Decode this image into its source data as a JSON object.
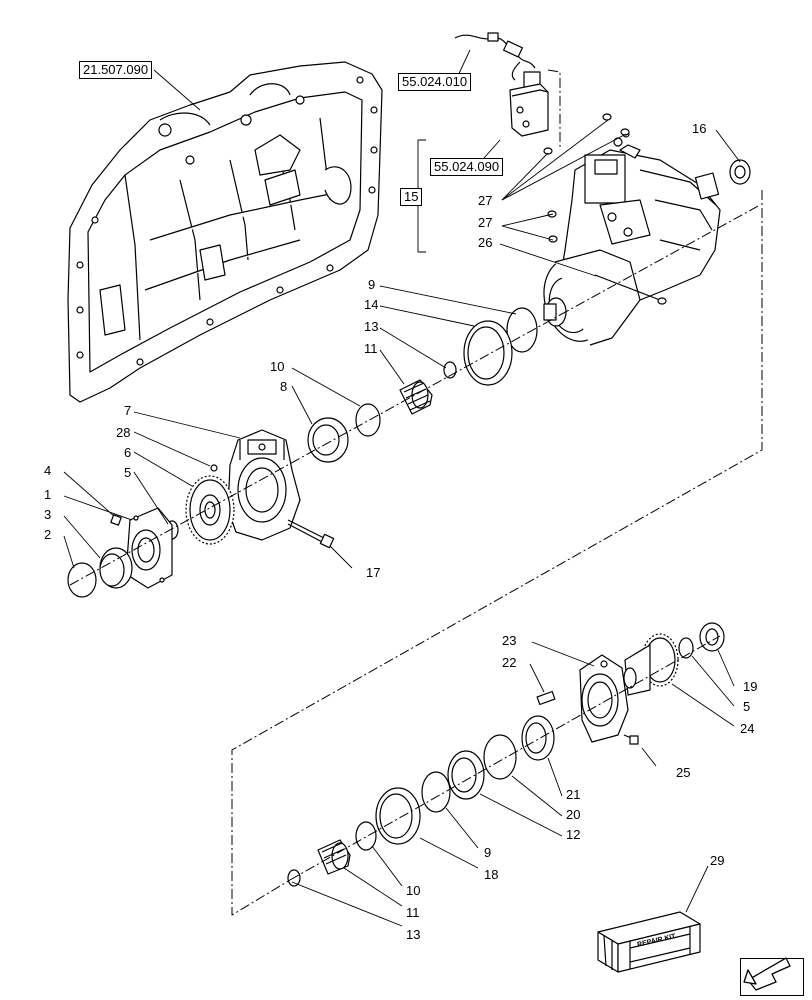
{
  "references": {
    "frame": "21.507.090",
    "sensor": "55.024.010",
    "valve": "55.024.090",
    "group": "15"
  },
  "callouts": [
    "1",
    "2",
    "3",
    "4",
    "5",
    "5",
    "6",
    "7",
    "8",
    "9",
    "9",
    "10",
    "10",
    "11",
    "11",
    "12",
    "13",
    "13",
    "14",
    "16",
    "17",
    "18",
    "19",
    "20",
    "21",
    "22",
    "23",
    "24",
    "25",
    "26",
    "27",
    "27",
    "27",
    "28",
    "29"
  ],
  "kit_box_text": "REPAIR KIT"
}
